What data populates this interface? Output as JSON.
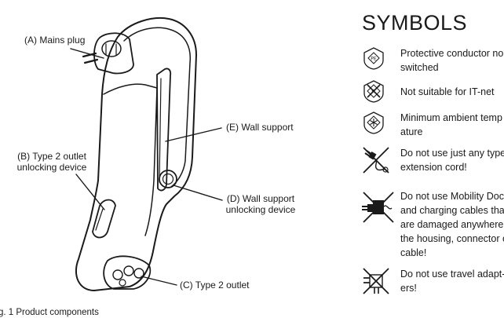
{
  "figure": {
    "labels": {
      "mains_plug": "(A) Mains plug",
      "type2_unlock": "(B) Type 2 outlet\nunlocking device",
      "type2_outlet": "(C) Type 2 outlet",
      "wall_unlock": "(D) Wall support\nunlocking device",
      "wall_support": "(E) Wall support"
    },
    "caption": "g. 1 Product components"
  },
  "symbols": {
    "title": "SYMBOLS",
    "items": [
      {
        "icon": "protective-conductor-icon",
        "text": "Protective conductor no\nswitched"
      },
      {
        "icon": "not-it-net-icon",
        "text": "Not suitable for IT-net"
      },
      {
        "icon": "min-temperature-icon",
        "text": "Minimum ambient temp\nature"
      },
      {
        "icon": "no-extension-cord-icon",
        "text": "Do not use just any type\nextension cord!"
      },
      {
        "icon": "no-damaged-cables-icon",
        "text": "Do not use Mobility Doc\nand charging cables tha\nare damaged anywhere\nthe housing, connector o\ncable!"
      },
      {
        "icon": "no-travel-adapters-icon",
        "text": "Do not use travel adapt-\ners!"
      }
    ]
  }
}
